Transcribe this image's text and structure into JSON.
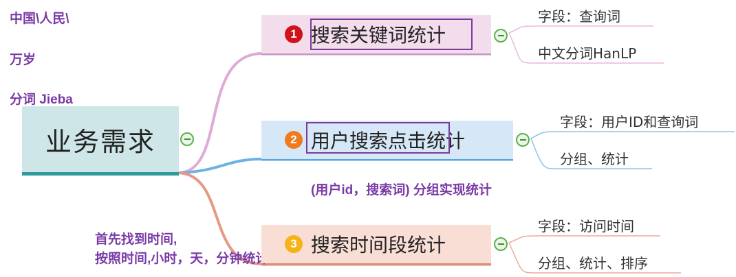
{
  "annotations": {
    "jieba_line1": "中国\\人民\\",
    "jieba_line2": "万岁",
    "jieba_line3": "分词   Jieba",
    "group_note": "(用户id，搜索词)   分组实现统计",
    "time_note_line1": "首先找到时间,",
    "time_note_line2": "按照时间,小时，天，分钟统计"
  },
  "root": {
    "label": "业务需求",
    "color": "#cfe6e8",
    "accent": "#2e9a9c"
  },
  "branches": [
    {
      "number": "1",
      "label": "搜索关键词统计",
      "number_color": "#d0121b",
      "bg": "#f3dcec",
      "accent": "#c795c2",
      "leaves": [
        "字段：查询词",
        "中文分词HanLP"
      ]
    },
    {
      "number": "2",
      "label": "用户搜索点击统计",
      "number_color": "#f07a1f",
      "bg": "#d6e8f7",
      "accent": "#5aa4dd",
      "leaves": [
        "字段：用户ID和查询词",
        "分组、统计"
      ]
    },
    {
      "number": "3",
      "label": "搜索时间段统计",
      "number_color": "#f5b316",
      "bg": "#f8ded5",
      "accent": "#df8d74",
      "leaves": [
        "字段：访问时间",
        "分组、统计、排序"
      ]
    }
  ]
}
